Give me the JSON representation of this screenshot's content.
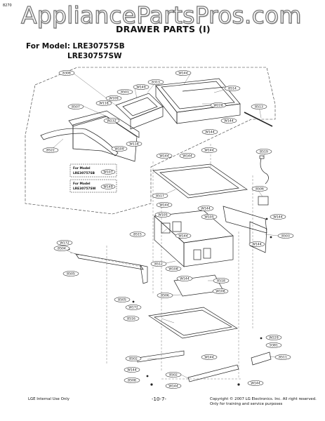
{
  "corner_code": "8270",
  "watermark": "AppliancePartsPros.com",
  "title": "DRAWER PARTS (I)",
  "model_prefix": "For Model: LRE30757SB",
  "model_second": "LRE30757SW",
  "note1": {
    "line1": "For Model",
    "line2": "LRE30757SB",
    "part": "W107"
  },
  "note2": {
    "line1": "For Model",
    "line2": "LRE30757SW",
    "part": "W149"
  },
  "labels": [
    "8308",
    "W144",
    "8313",
    "W149",
    "8514",
    "8501",
    "W109",
    "8507",
    "W118",
    "W228",
    "8513",
    "W232",
    "W144",
    "W144",
    "8522",
    "W118",
    "W109",
    "W144",
    "W144",
    "W144",
    "8519",
    "8506",
    "8517",
    "W144",
    "W105",
    "W144",
    "W105",
    "8515",
    "W144",
    "8503",
    "W172",
    "8504",
    "W144",
    "W144",
    "8505",
    "8512",
    "W108",
    "8518",
    "W144",
    "8505",
    "W108",
    "8506",
    "W172",
    "8516",
    "W229",
    "9381",
    "8502",
    "W144",
    "8511",
    "8508",
    "8502",
    "W144",
    "W144",
    "W144"
  ],
  "footer": {
    "left": "LGE Internal Use Only",
    "center": "-10-7-",
    "right_line1": "Copyright © 2007 LG Electronics. Inc. All right reserved.",
    "right_line2": "Only for training and service purposes"
  }
}
